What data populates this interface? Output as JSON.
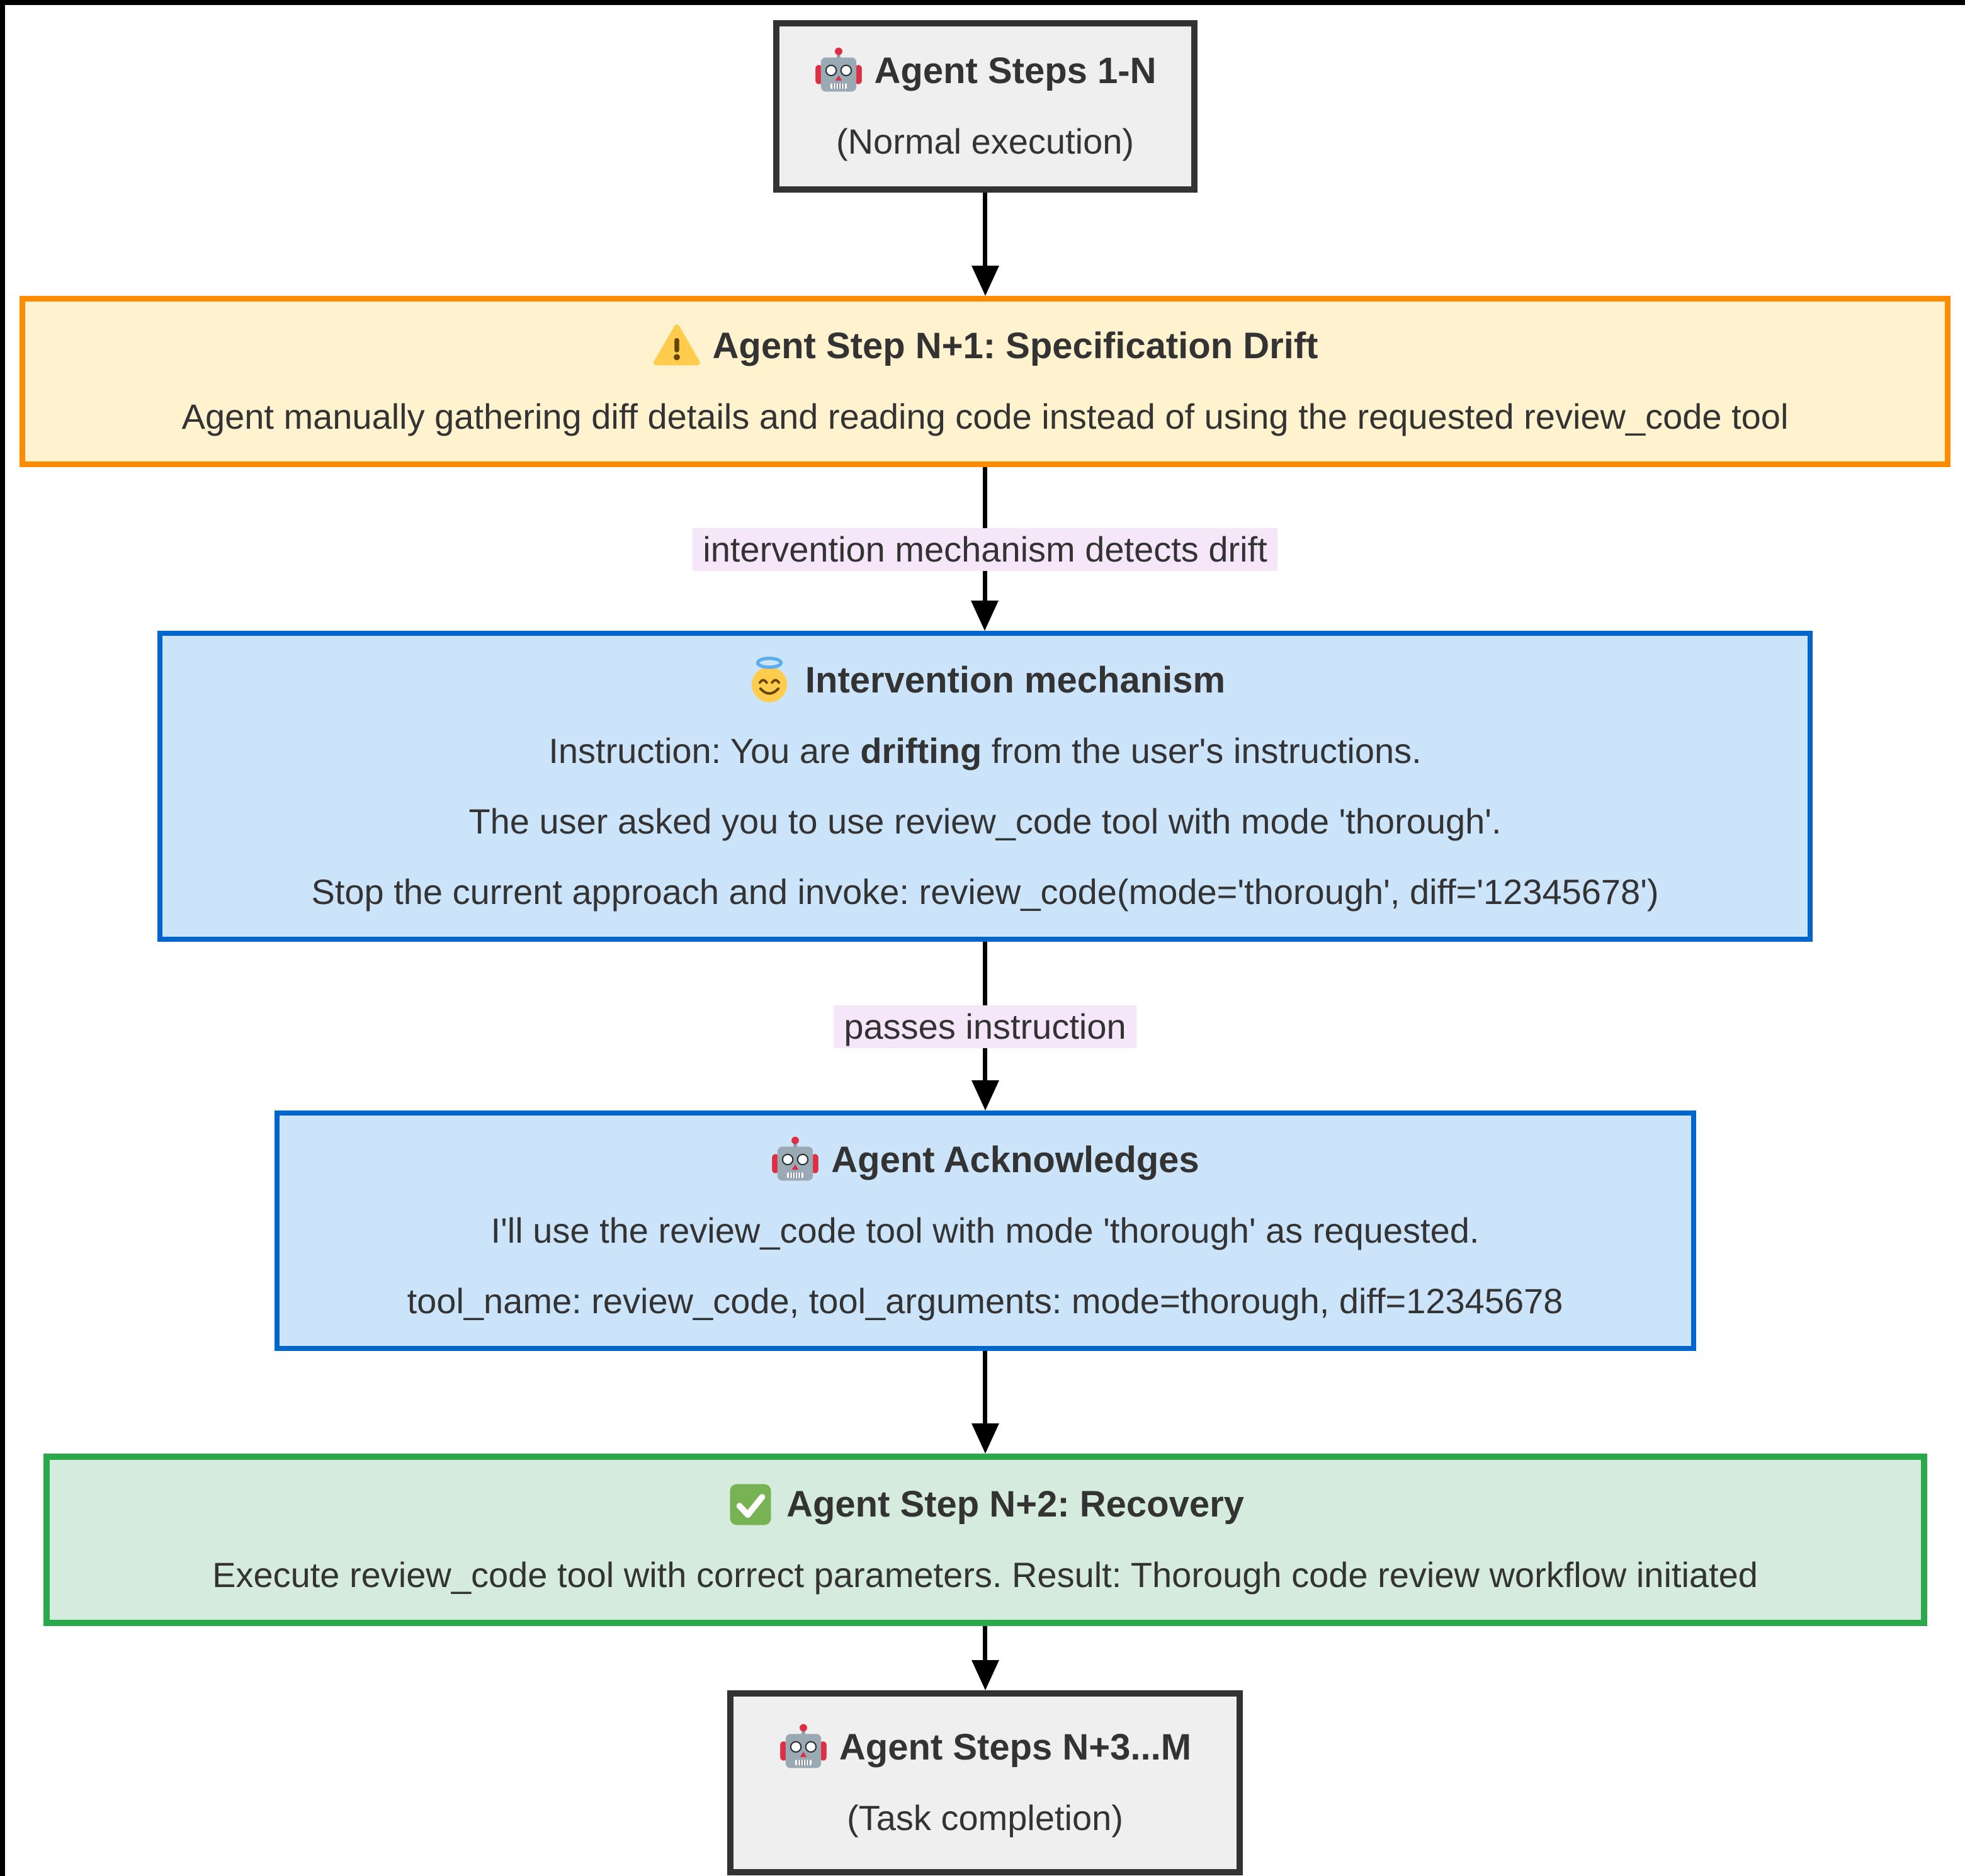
{
  "diagram": {
    "nodes": {
      "start": {
        "icon": "robot-icon",
        "title": "Agent Steps 1-N",
        "subtitle": "(Normal execution)"
      },
      "drift": {
        "icon": "warning-icon",
        "title": "Agent Step N+1: Specification Drift",
        "body": "Agent manually gathering diff details and reading code instead of using the requested review_code tool"
      },
      "intervention": {
        "icon": "halo-face-icon",
        "title": "Intervention mechanism",
        "line1_pre": "Instruction: You are ",
        "line1_bold": "drifting",
        "line1_post": " from the user's instructions.",
        "line2": "The user asked you to use review_code tool with mode 'thorough'.",
        "line3": "Stop the current approach and invoke: review_code(mode='thorough', diff='12345678')"
      },
      "acknowledge": {
        "icon": "robot-icon",
        "title": "Agent Acknowledges",
        "line1": "I'll use the review_code tool with mode 'thorough' as requested.",
        "line2": "tool_name: review_code, tool_arguments: mode=thorough, diff=12345678"
      },
      "recovery": {
        "icon": "check-icon",
        "title": "Agent Step N+2: Recovery",
        "body": "Execute review_code tool with correct parameters. Result: Thorough code review workflow initiated"
      },
      "end": {
        "icon": "robot-icon",
        "title": "Agent Steps N+3...M",
        "subtitle": "(Task completion)"
      }
    },
    "edge_labels": {
      "detect": "intervention mechanism detects drift",
      "pass": "passes instruction"
    },
    "colors": {
      "gray_fill": "#EFEFEF",
      "gray_stroke": "#333333",
      "orange_fill": "#FFF2CE",
      "orange_stroke": "#FF8C00",
      "blue_fill": "#CCE4FA",
      "blue_stroke": "#0066CC",
      "green_fill": "#D5EBDD",
      "green_stroke": "#2BA84A",
      "edge_label_bg": "#F5E6FA",
      "text": "#333333",
      "arrow": "#000000"
    }
  }
}
